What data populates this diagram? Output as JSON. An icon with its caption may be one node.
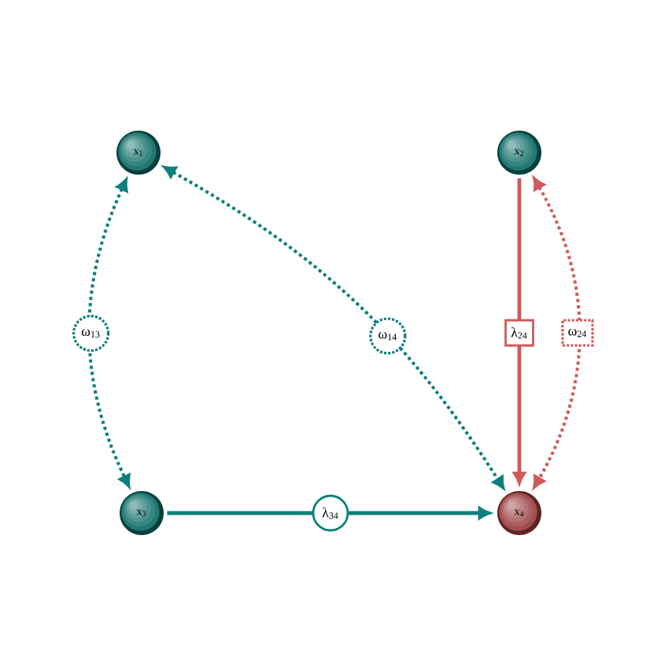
{
  "diagram": {
    "nodes": [
      {
        "text": [
          "x$_{1}$"
        ]
      },
      {
        "text": [
          "x$_{2}$"
        ]
      },
      {
        "text": [
          "x$_{3}$"
        ]
      },
      {
        "text": [
          "x$_{4}$"
        ]
      }
    ],
    "edges": [
      {
        "from": 0,
        "to": 2,
        "arrow": "both",
        "label": "ω$_{13}$",
        "style": "dashed"
      },
      {
        "from": 0,
        "to": 3,
        "arrow": "both",
        "label": "ω$_{14}$",
        "style": "dashed"
      },
      {
        "from": 1,
        "to": 3,
        "arrow": "to",
        "label": "λ$_{24}$",
        "color": "#d05a5a"
      },
      {
        "from": 1,
        "to": 3,
        "arrow": "both",
        "label": "ω$_{24}$",
        "style": "dashed",
        "color": "#d05a5a"
      },
      {
        "from": 2,
        "to": 3,
        "arrow": "to",
        "label": "λ$_{34}$"
      }
    ]
  }
}
